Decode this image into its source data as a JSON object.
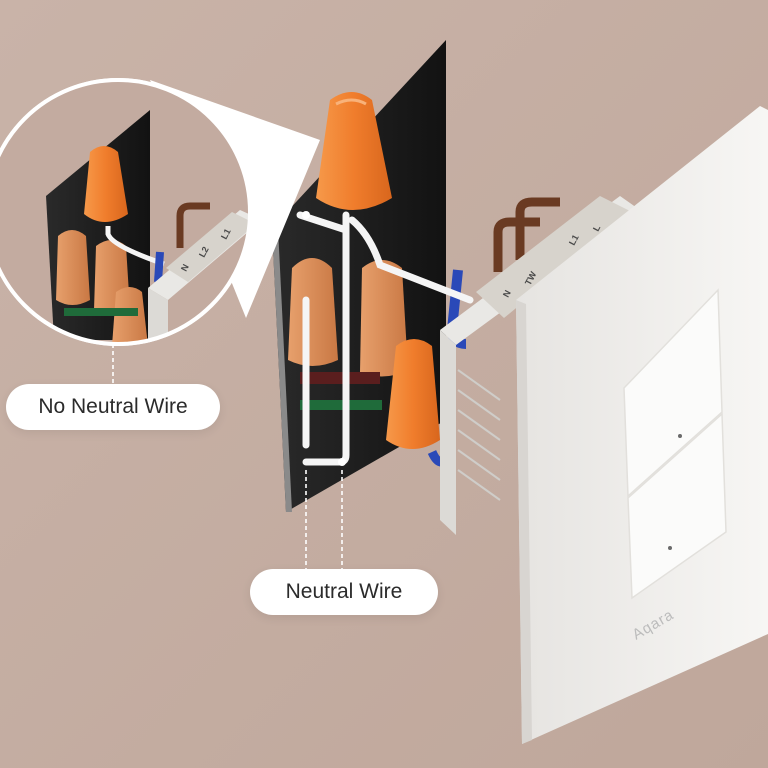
{
  "labels": {
    "no_neutral": "No Neutral Wire",
    "neutral": "Neutral Wire"
  },
  "terminals": {
    "main": [
      "N",
      "TW",
      "L1",
      "L"
    ],
    "inset": [
      "N",
      "L2",
      "L1"
    ]
  },
  "brand": "Aqara",
  "colors": {
    "background": "#c4ada2",
    "wall_box": "#1c1c1c",
    "wire_nut": "#f07d2c",
    "wire_nut_muted": "#d98a52",
    "switch_plate": "#f4f3f1",
    "neutral_wire": "#f5f5f5",
    "brown_wire": "#6a3a22",
    "blue_wire": "#2a49b8"
  }
}
